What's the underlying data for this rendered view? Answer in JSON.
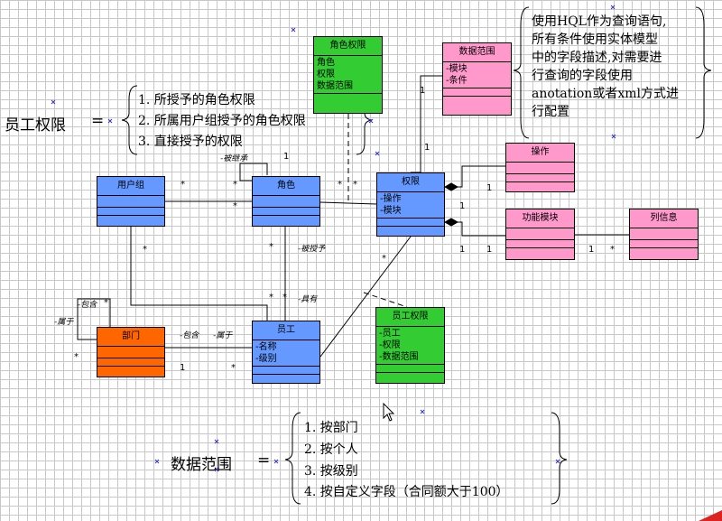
{
  "classes": {
    "role_permission": {
      "name": "角色权限",
      "attrs": [
        "角色",
        "权限",
        "数据范围"
      ]
    },
    "data_scope": {
      "name": "数据范围",
      "attrs": [
        "-模块",
        "-条件"
      ]
    },
    "user_group": {
      "name": "用户组",
      "attrs": []
    },
    "role": {
      "name": "角色",
      "attrs": []
    },
    "permission": {
      "name": "权限",
      "attrs": [
        "-操作",
        "-模块"
      ]
    },
    "operation": {
      "name": "操作",
      "attrs": []
    },
    "function_module": {
      "name": "功能模块",
      "attrs": []
    },
    "column_info": {
      "name": "列信息",
      "attrs": []
    },
    "department": {
      "name": "部门",
      "attrs": []
    },
    "employee": {
      "name": "员工",
      "attrs": [
        "-名称",
        "-级别"
      ]
    },
    "employee_permission": {
      "name": "员工权限",
      "attrs": [
        "-员工",
        "-权限",
        "-数据范围"
      ]
    }
  },
  "relations": {
    "inherit": "-被继承",
    "granted": "-被授予",
    "has": "-具有",
    "contains_top": "-包含",
    "belongs_left": "-属于",
    "contains_mid": "-包含",
    "belongs_mid": "-属于"
  },
  "multiplicities": {
    "m1": "1",
    "m2": "*",
    "m3": "*",
    "m4": "*",
    "m5": "*",
    "m6": "1",
    "m7": "1",
    "m8": "1",
    "m9": "1",
    "m10": "1",
    "m11": "*",
    "m12": "*",
    "m13": "*",
    "m14": "*",
    "m15": "*",
    "m16": "*",
    "m17": "1",
    "m18": "*",
    "m19": "*",
    "m20": "1"
  },
  "annotations": {
    "employee_permission": {
      "term": "员工权限",
      "equals": "=",
      "items": [
        "1. 所授予的角色权限",
        "2. 所属用户组授予的角色权限",
        "3. 直接授予的权限"
      ]
    },
    "data_scope": {
      "term": "数据范围",
      "equals": "=",
      "items": [
        "1. 按部门",
        "2. 按个人",
        "3. 按级别",
        "4. 按自定义字段（合同额大于100）"
      ]
    },
    "hql_note": [
      "使用HQL作为查询语句,",
      "所有条件使用实体模型",
      "中的字段描述,对需要进",
      "行查询的字段使用",
      "anotation或者xml方式进",
      "行配置"
    ]
  },
  "colors": {
    "blue": "#6699ff",
    "green": "#33cc33",
    "pink": "#ff99cc",
    "orange": "#ff6600",
    "selection": "#3333cc"
  },
  "icons": [
    "mouse-cursor-icon",
    "selection-handle-icon"
  ]
}
